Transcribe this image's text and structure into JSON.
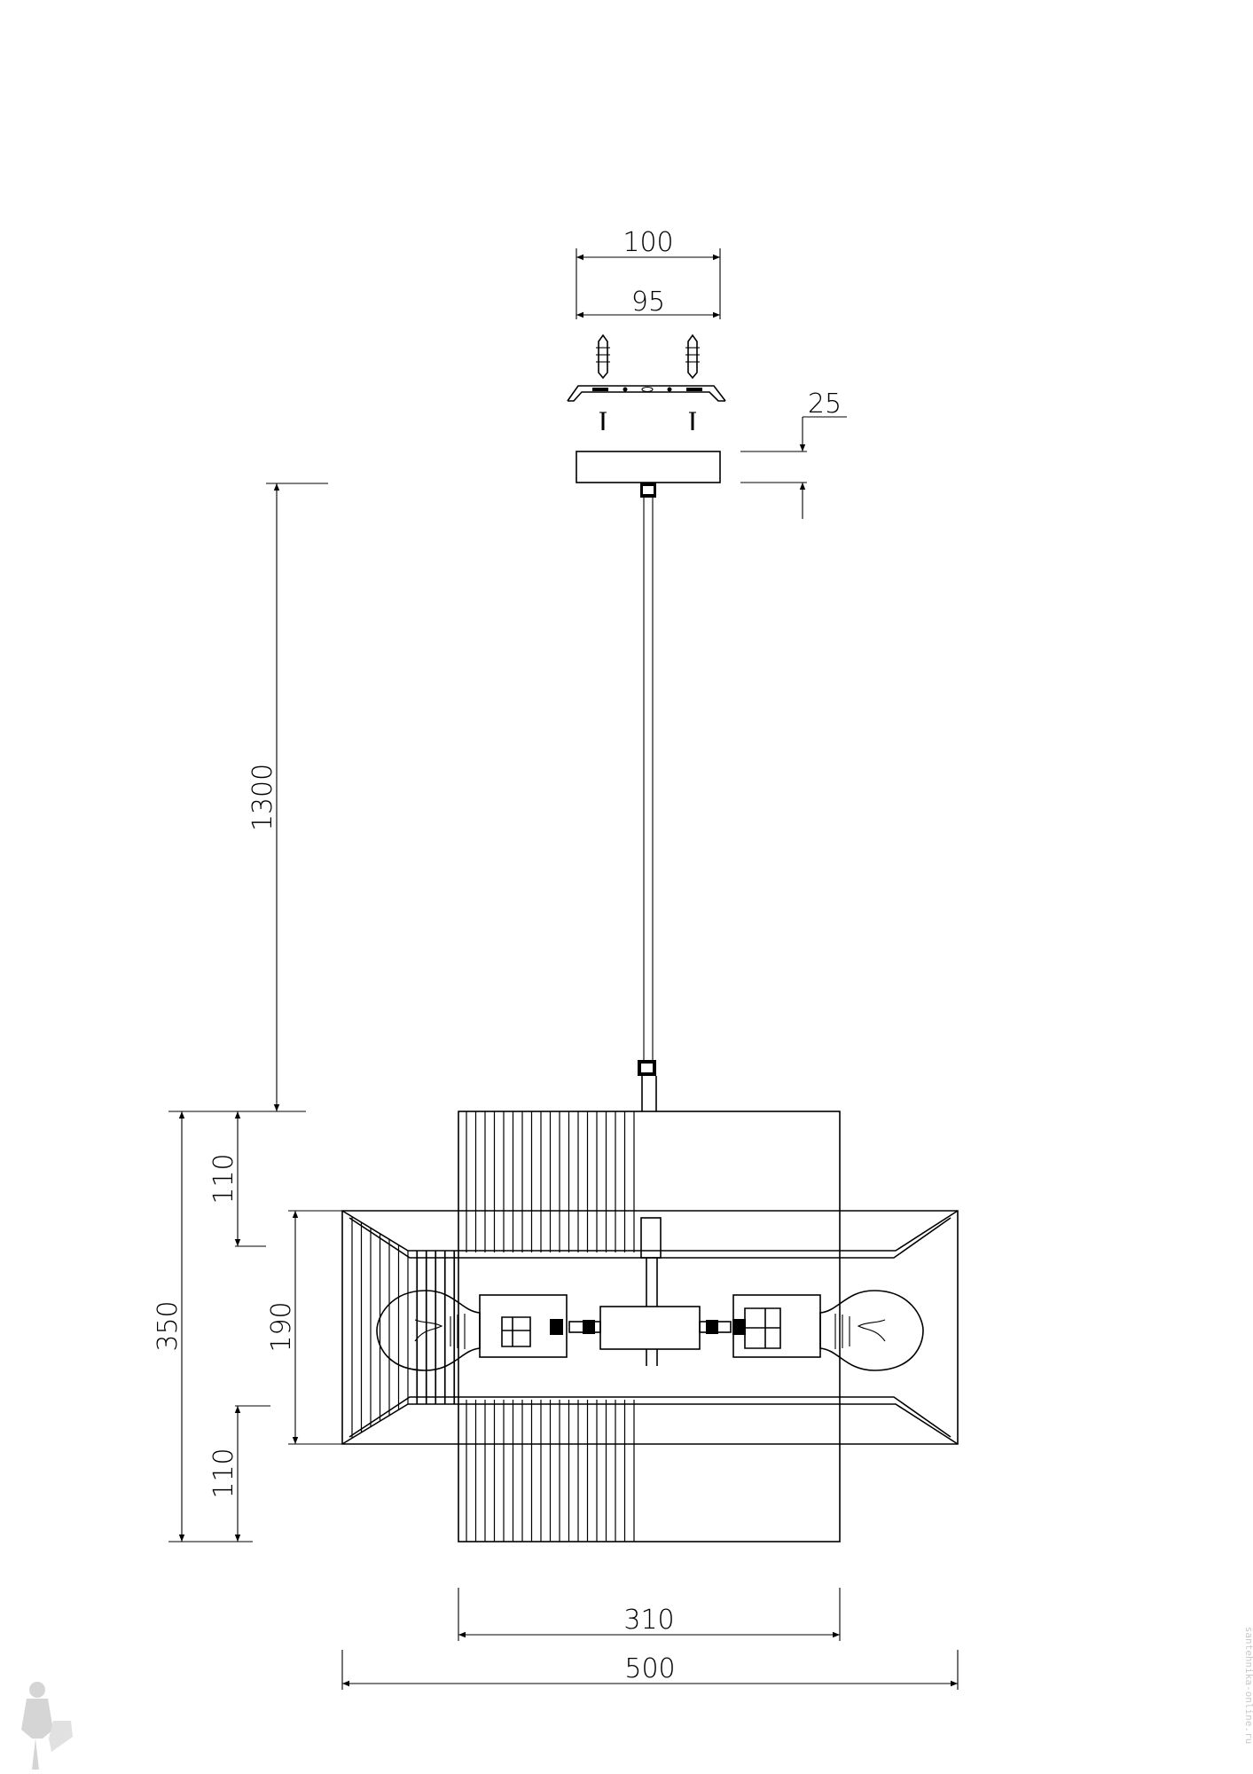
{
  "dimensions": {
    "top_width": "100",
    "bracket_width": "95",
    "canopy_height": "25",
    "cable_length": "1300",
    "total_height": "350",
    "upper_band": "110",
    "shade_height": "190",
    "lower_band": "110",
    "inner_width": "310",
    "total_width": "500"
  },
  "watermark": "santehnika-online.ru",
  "colors": {
    "line": "#000000",
    "background": "#ffffff",
    "watermark": "#c8c8c8"
  }
}
